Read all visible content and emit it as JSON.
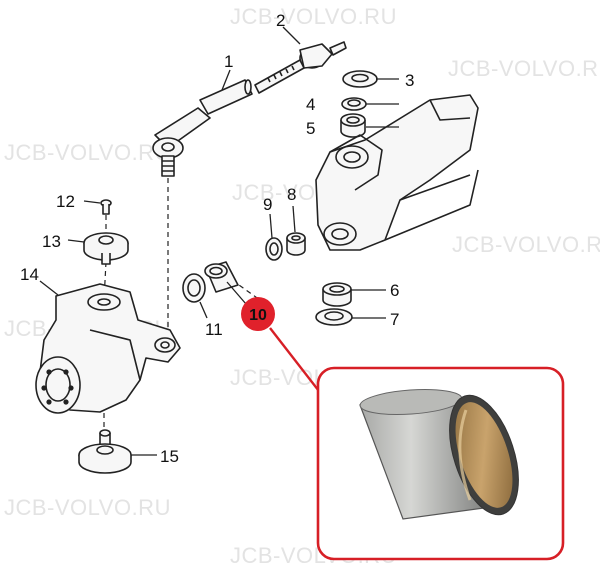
{
  "watermarks": [
    "JCB-VOLVO.RU",
    "JCB-VOLVO.RU",
    "JCB-VOLVO.RU",
    "JCB-VOLVO.RU",
    "JCB-VOLVO.RU",
    "JCB-VOLVO.RU",
    "JCB-VOLVO.RU",
    "JCB-VOLVO.RU",
    "JCB-VOLVO.RU"
  ],
  "labels": {
    "p1": "1",
    "p2": "2",
    "p3": "3",
    "p4": "4",
    "p5": "5",
    "p6": "6",
    "p7": "7",
    "p8": "8",
    "p9": "9",
    "p10": "10",
    "p11": "11",
    "p12": "12",
    "p13": "13",
    "p14": "14",
    "p15": "15"
  },
  "colors": {
    "highlight": "#d71f26",
    "callout_fill": "#e0212b",
    "line": "#222222",
    "part_fill": "#f7f7f7",
    "watermark": "#e3e3e3"
  }
}
